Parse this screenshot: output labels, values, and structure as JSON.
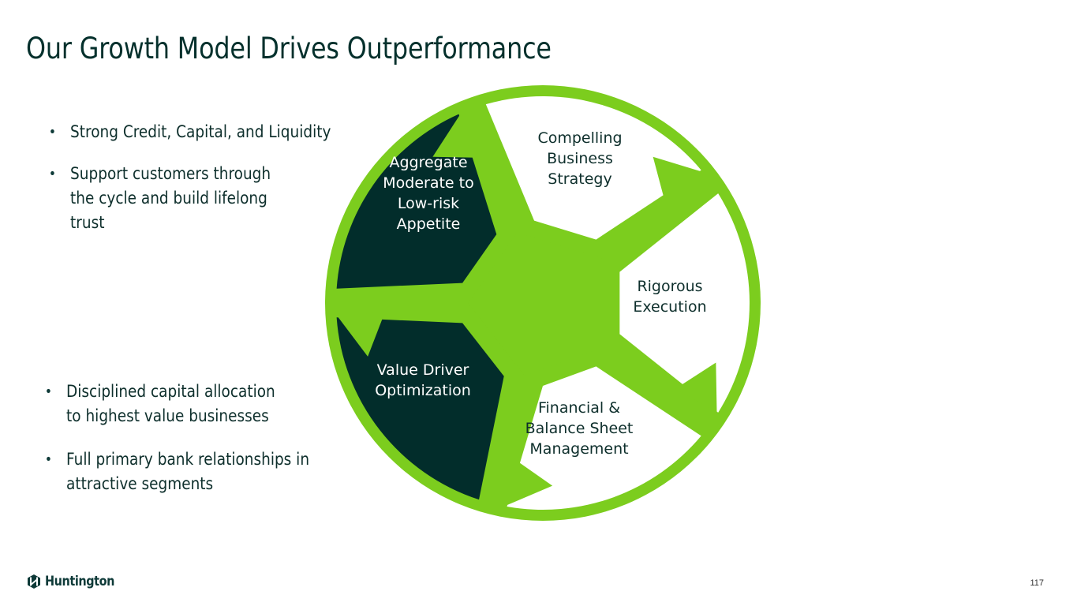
{
  "slide": {
    "title": "Our Growth Model Drives Outperformance",
    "page_number": "117"
  },
  "bullets_top": [
    {
      "lines": [
        "Strong Credit, Capital, and Liquidity"
      ]
    },
    {
      "lines": [
        "Support customers through",
        "the cycle and build lifelong",
        "trust"
      ]
    }
  ],
  "bullets_bottom": [
    {
      "lines": [
        "Disciplined capital allocation",
        "to highest value businesses"
      ]
    },
    {
      "lines": [
        "Full primary bank relationships in",
        "attractive segments"
      ]
    }
  ],
  "wheel": {
    "colors": {
      "ring": "#7ccd1e",
      "dark_segment": "#022d2b",
      "light_segment": "#ffffff",
      "dark_text": "#ffffff",
      "light_text": "#0e2f2c"
    },
    "segments": [
      {
        "name": "compelling-business-strategy",
        "style": "light",
        "lines": [
          "Compelling",
          "Business",
          "Strategy"
        ]
      },
      {
        "name": "rigorous-execution",
        "style": "light",
        "lines": [
          "Rigorous",
          "Execution"
        ]
      },
      {
        "name": "financial-balance-sheet-management",
        "style": "light",
        "lines": [
          "Financial &",
          "Balance Sheet",
          "Management"
        ]
      },
      {
        "name": "value-driver-optimization",
        "style": "dark",
        "lines": [
          "Value Driver",
          "Optimization"
        ]
      },
      {
        "name": "aggregate-moderate-to-low-risk-appetite",
        "style": "dark",
        "lines": [
          "Aggregate",
          "Moderate to",
          "Low-risk",
          "Appetite"
        ]
      }
    ]
  },
  "footer": {
    "logo_text": "Huntington",
    "logo_icon": "huntington-hex-logo-icon"
  }
}
